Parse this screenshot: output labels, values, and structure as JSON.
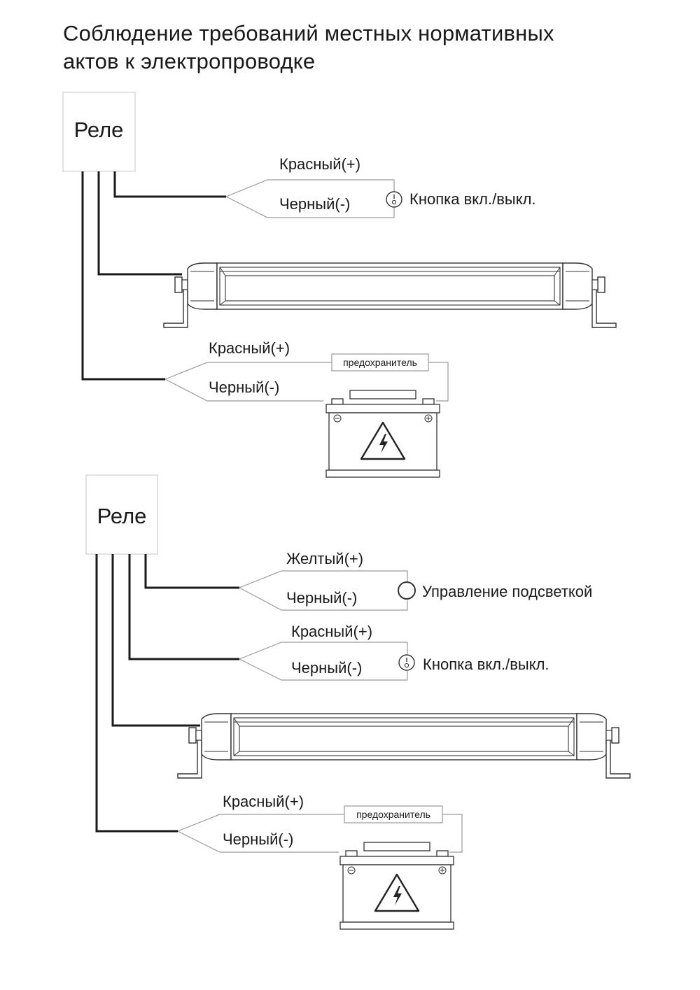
{
  "title": {
    "line1": "Соблюдение требований местных нормативных",
    "line2": "актов к электропроводке"
  },
  "diagram1": {
    "relay": "Реле",
    "switch_red": "Красный(+)",
    "switch_black": "Черный(-)",
    "switch_label": "Кнопка вкл./выкл.",
    "battery_red": "Красный(+)",
    "battery_black": "Черный(-)",
    "fuse": "предохранитель"
  },
  "diagram2": {
    "relay": "Реле",
    "light_yellow": "Желтый(+)",
    "light_black": "Черный(-)",
    "light_label": "Управление подсветкой",
    "switch_red": "Красный(+)",
    "switch_black": "Черный(-)",
    "switch_label": "Кнопка вкл./выкл.",
    "battery_red": "Красный(+)",
    "battery_black": "Черный(-)",
    "fuse": "предохранитель"
  },
  "icons": {
    "switch": "power-switch-icon",
    "light_control": "circle-button-icon",
    "battery": "battery-icon",
    "hazard": "lightning-triangle-icon"
  }
}
